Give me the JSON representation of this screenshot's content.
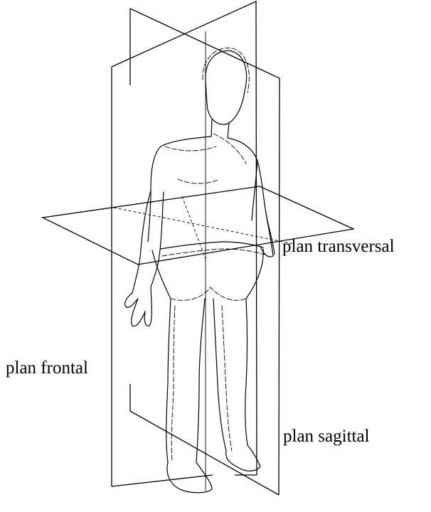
{
  "labels": {
    "transversal": "plan transversal",
    "frontal": "plan frontal",
    "sagittal": "plan sagittal"
  }
}
